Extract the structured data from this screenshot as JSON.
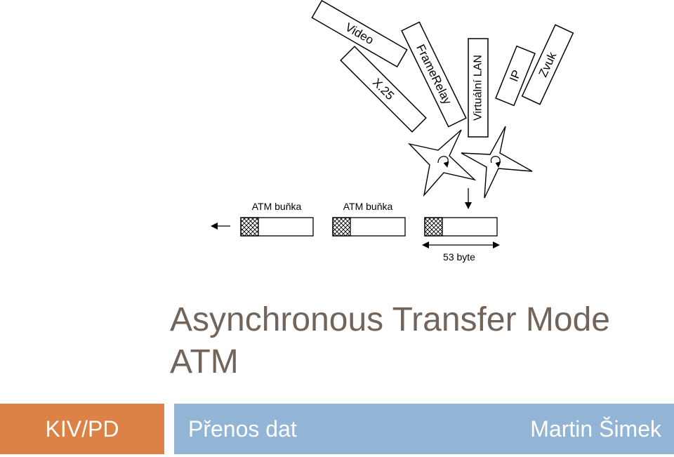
{
  "diagram": {
    "labels": {
      "video": "Video",
      "x25": "X.25",
      "frame_relay": "FrameRelay",
      "virtual_lan": "Virtuální LAN",
      "ip": "IP",
      "zvuk": "Zvuk"
    },
    "cells": [
      {
        "label": "ATM buňka"
      },
      {
        "label": "ATM buňka"
      },
      {
        "label": ""
      }
    ],
    "size_label": "53 byte"
  },
  "title": {
    "line1": "Asynchronous Transfer Mode",
    "line2": "ATM"
  },
  "footer": {
    "left": "KIV/PD",
    "course": "Přenos dat",
    "author": "Martin Šimek"
  },
  "colors": {
    "title": "#73645a",
    "footer_left": "#dc8247",
    "footer_right": "#92b5d6",
    "footer_text": "#ffffff"
  }
}
